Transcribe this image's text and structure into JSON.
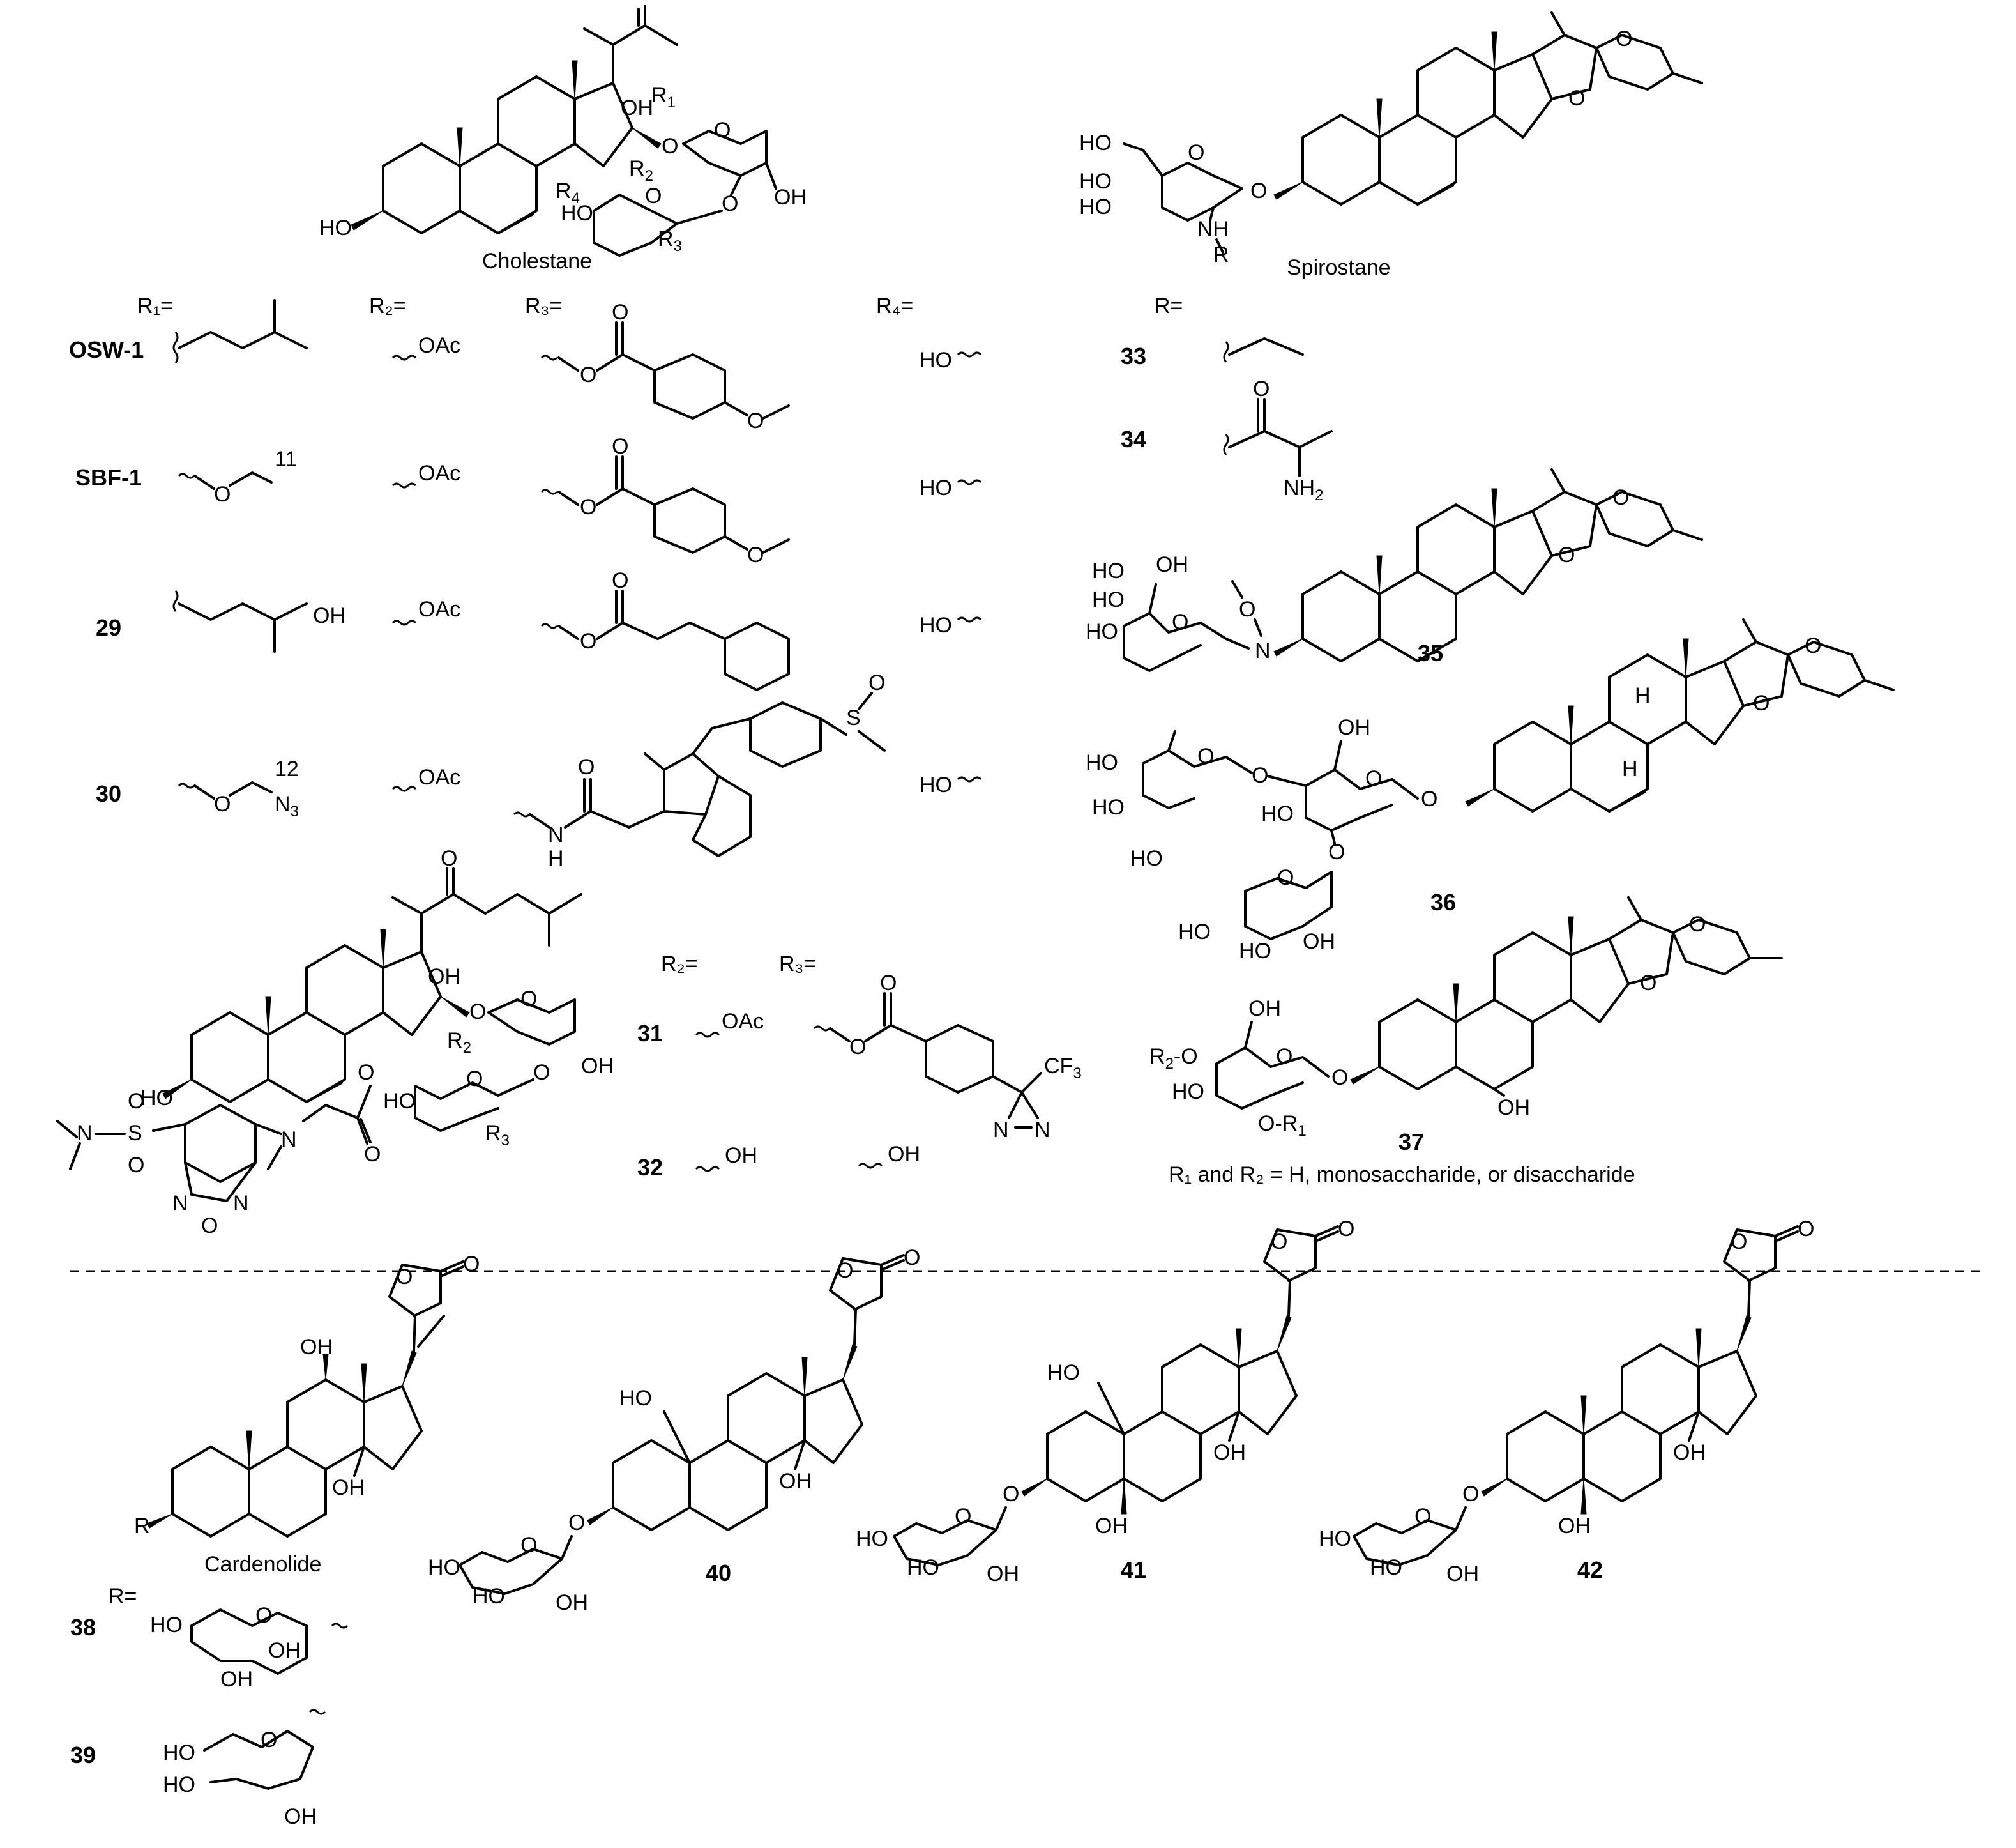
{
  "headers": {
    "cholestane": "Cholestane",
    "spirostane": "Spirostane",
    "cardenolide": "Cardenolide"
  },
  "table": {
    "r1": "R₁=",
    "r2": "R₂=",
    "r3": "R₃=",
    "r4": "R₄=",
    "r": "R="
  },
  "compounds": {
    "osw1": "OSW-1",
    "sbf1": "SBF-1",
    "c29": "29",
    "c30": "30",
    "c31": "31",
    "c32": "32",
    "c33": "33",
    "c34": "34",
    "c35": "35",
    "c36": "36",
    "c37": "37",
    "c38": "38",
    "c39": "39",
    "c40": "40",
    "c41": "41",
    "c42": "42"
  },
  "atoms": {
    "OH": "OH",
    "HO": "HO",
    "O": "O",
    "OAc": "OAc",
    "N": "N",
    "NH": "NH",
    "H": "H",
    "R": "R",
    "S": "S",
    "CF3": "CF",
    "three": "3",
    "NH2": "NH",
    "two": "2",
    "N3": "N",
    "eleven": "11",
    "twelve": "12",
    "R1": "R",
    "R2": "R",
    "R3": "R",
    "R4": "R",
    "one": "1",
    "four": "4"
  },
  "notes": {
    "c37_note": "R₁ and R₂ = H, monosaccharide, or disaccharide"
  }
}
